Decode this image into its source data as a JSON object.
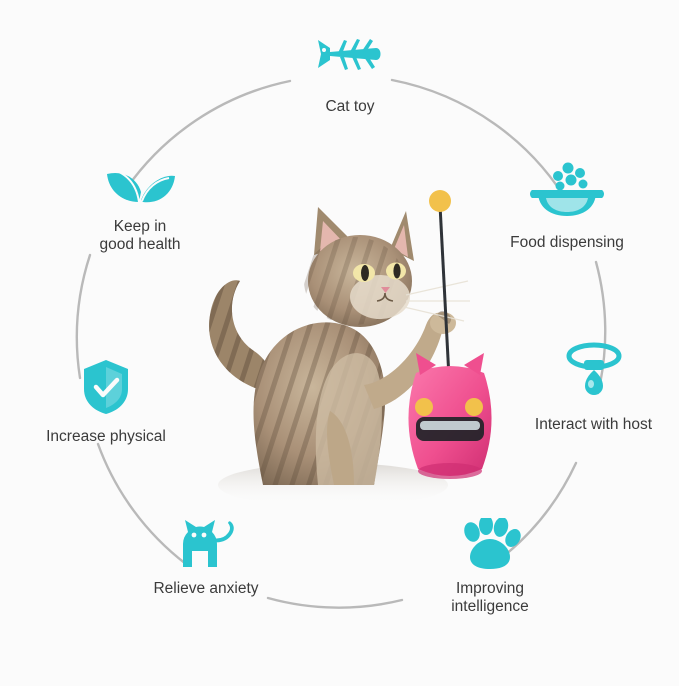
{
  "page": {
    "background_color": "#fbfbfb",
    "title": "Cat toy benefits circle infographic"
  },
  "theme": {
    "accent_color": "#2bc4cf",
    "ring_color": "#b6b6b6",
    "text_color": "#3b3b3b",
    "toy_color": "#ef4f8f",
    "ball_color": "#f2c14b"
  },
  "nodes": [
    {
      "id": "cat-toy",
      "label": "Cat toy",
      "icon": "fish-bone-icon"
    },
    {
      "id": "food",
      "label": "Food dispensing",
      "icon": "food-bowl-icon"
    },
    {
      "id": "interact",
      "label": "Interact with host",
      "icon": "cat-collar-icon"
    },
    {
      "id": "intelligence",
      "label": "Improving\nintelligence",
      "icon": "paw-print-icon"
    },
    {
      "id": "anxiety",
      "label": "Relieve anxiety",
      "icon": "cat-silhouette-icon"
    },
    {
      "id": "physical",
      "label": "Increase physical",
      "icon": "shield-check-icon"
    },
    {
      "id": "health",
      "label": "Keep in\ngood health",
      "icon": "leaves-icon"
    }
  ],
  "photo": {
    "subject": "tabby cat playing with pink cat treat dispenser toy",
    "alt": "Brown tabby cat standing and pawing at a pink tumbler cat toy with a wand ball"
  }
}
